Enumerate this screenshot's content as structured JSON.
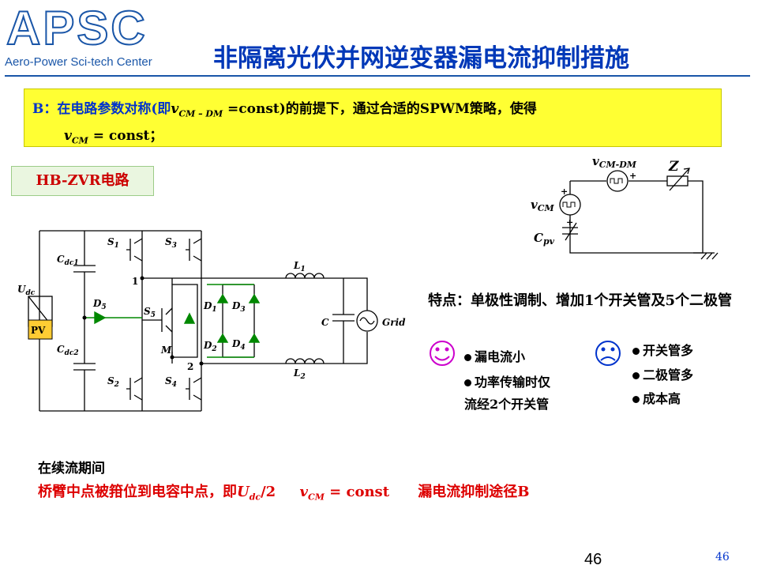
{
  "logo": {
    "main": "APSC",
    "sub": "Aero-Power Sci-tech Center"
  },
  "title": "非隔离光伏并网逆变器漏电流抑制措施",
  "condition": {
    "prefix": "B：在电路参数对称(即",
    "v": "v",
    "vsub": "CM – DM",
    "mid": " =const)的前提下，通过合适的SPWM策略，使得",
    "line2_v": "v",
    "line2_sub": "CM",
    "line2_rest": " = const；"
  },
  "circuit_label": "HB-ZVR电路",
  "circuit": {
    "Cdc1": "C",
    "Cdc1_sub": "dc1",
    "Cdc2": "C",
    "Cdc2_sub": "dc2",
    "Udc": "U",
    "Udc_sub": "dc",
    "pv": "PV",
    "D5": "D",
    "D5_sub": "5",
    "S1": "S",
    "S1_sub": "1",
    "S2": "S",
    "S2_sub": "2",
    "S3": "S",
    "S3_sub": "3",
    "S4": "S",
    "S4_sub": "4",
    "S5": "S",
    "S5_sub": "5",
    "node1": "1",
    "node2": "2",
    "nodeM": "M",
    "D1": "D",
    "D1_sub": "1",
    "D2": "D",
    "D2_sub": "2",
    "D3": "D",
    "D3_sub": "3",
    "D4": "D",
    "D4_sub": "4",
    "L1": "L",
    "L1_sub": "1",
    "L2": "L",
    "L2_sub": "2",
    "C": "C",
    "grid": "Grid"
  },
  "cm_model": {
    "vcmdm": "v",
    "vcmdm_sub": "CM-DM",
    "z": "Z",
    "vcm": "v",
    "vcm_sub": "CM",
    "cpv": "C",
    "cpv_sub": "pv",
    "plus": "+"
  },
  "features": {
    "title": "特点：单极性调制、增加1个开关管及5个二极管",
    "pros": [
      "漏电流小",
      "功率传输时仅",
      "流经2个开关管"
    ],
    "cons": [
      "开关管多",
      "二极管多",
      "成本高"
    ]
  },
  "bottom": {
    "line1": "在续流期间",
    "line2_a": "桥臂中点被箝位到电容中点，即",
    "line2_u": "U",
    "line2_usub": "dc",
    "line2_b": "/2",
    "line2_v": "v",
    "line2_vsub": "CM",
    "line2_c": " = const",
    "line2_d": "漏电流抑制途径B"
  },
  "page": {
    "center": "46",
    "right": "46"
  },
  "colors": {
    "title": "#0038b8",
    "accent_red": "#dd0000",
    "diode_green": "#008800",
    "highlight": "#ffff33"
  }
}
